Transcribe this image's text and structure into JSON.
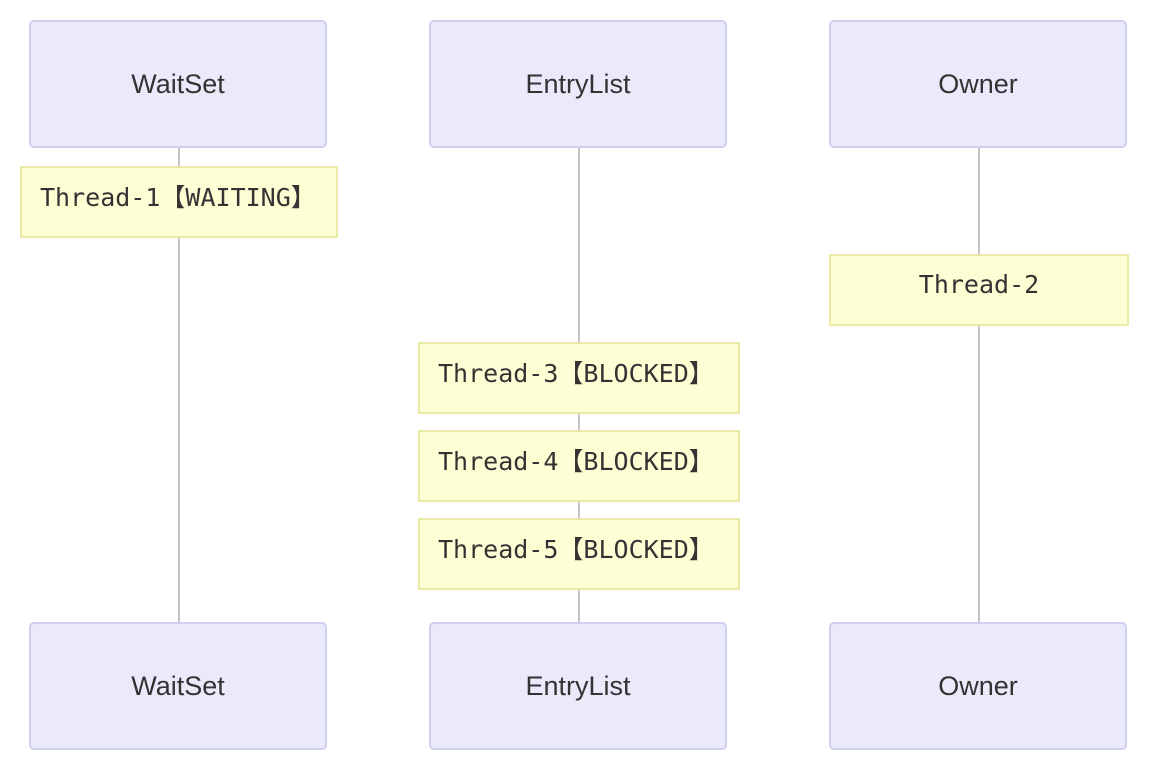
{
  "participants": [
    {
      "id": "waitset",
      "label": "WaitSet"
    },
    {
      "id": "entrylist",
      "label": "EntryList"
    },
    {
      "id": "owner",
      "label": "Owner"
    }
  ],
  "notes": {
    "waitset": [
      "Thread-1【WAITING】"
    ],
    "entrylist": [
      "Thread-3【BLOCKED】",
      "Thread-4【BLOCKED】",
      "Thread-5【BLOCKED】"
    ],
    "owner": [
      "Thread-2"
    ]
  },
  "colors": {
    "actor_fill": "#eaeafb",
    "actor_border": "#cfcfef",
    "note_fill": "#fefed5",
    "note_border": "#e9eaa6",
    "lifeline": "#c4c4c4",
    "text": "#333333"
  }
}
